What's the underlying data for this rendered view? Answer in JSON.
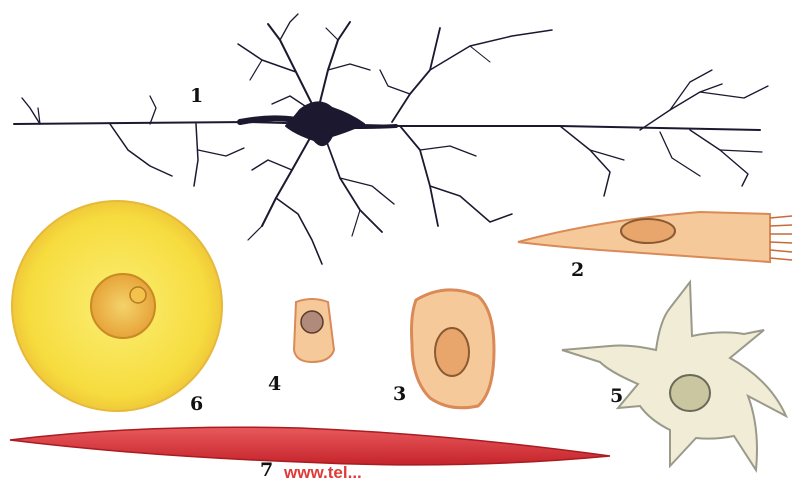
{
  "figure": {
    "labels": {
      "neuron": "1",
      "columnar_epithelial": "2",
      "flat_epithelial": "3",
      "cuboidal": "4",
      "stellate": "5",
      "egg": "6",
      "muscle": "7"
    },
    "watermark": "www.tel...",
    "colors": {
      "ink": "#1c1830",
      "egg_fill": "#f7e24a",
      "egg_rim": "#f3cf3c",
      "cell_fill": "#f6c99a",
      "cell_edge": "#d98a57",
      "nucleus": "#e9a66c",
      "stellate_fill": "#f1ecd6",
      "muscle": "#d8343a",
      "watermark": "#e03a3a"
    }
  }
}
